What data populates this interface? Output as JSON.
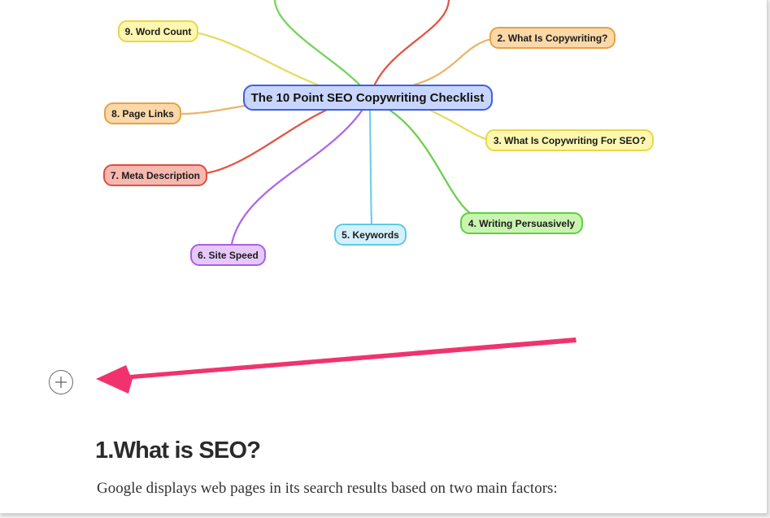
{
  "mindmap": {
    "center": {
      "label": "The 10 Point SEO Copywriting Checklist",
      "fill": "#c8d6ff",
      "border": "#3f5fe0"
    },
    "nodes": [
      {
        "id": "word-count",
        "label": "9. Word Count",
        "fill": "#fdf7b0",
        "border": "#e6d84a",
        "branch_color": "#e6dc5c"
      },
      {
        "id": "what-is-copywriting",
        "label": "2. What Is Copywriting?",
        "fill": "#fbd8a8",
        "border": "#e6a247",
        "branch_color": "#eab56a"
      },
      {
        "id": "page-links",
        "label": "8. Page Links",
        "fill": "#fbd8a8",
        "border": "#e6a247",
        "branch_color": "#eab56a"
      },
      {
        "id": "copywriting-for-seo",
        "label": "3. What Is Copywriting For SEO?",
        "fill": "#fdf7b0",
        "border": "#e6d84a",
        "branch_color": "#e6dc5c"
      },
      {
        "id": "meta-description",
        "label": "7. Meta Description",
        "fill": "#f7b8b0",
        "border": "#df4f3f",
        "branch_color": "#e05545"
      },
      {
        "id": "writing-persuasively",
        "label": "4. Writing Persuasively",
        "fill": "#c9f4b0",
        "border": "#5fcf3f",
        "branch_color": "#6ccf4c"
      },
      {
        "id": "keywords",
        "label": "5. Keywords",
        "fill": "#d4f1fb",
        "border": "#5fc9e6",
        "branch_color": "#6fd0ea"
      },
      {
        "id": "site-speed",
        "label": "6. Site Speed",
        "fill": "#e7c8fb",
        "border": "#a85fe6",
        "branch_color": "#ad68e8"
      }
    ],
    "top_branch_colors": [
      "#74d35a",
      "#e05545"
    ]
  },
  "annotation": {
    "arrow_color": "#f0336e"
  },
  "editor": {
    "add_button_icon": "plus-circle-icon",
    "heading": "1.What is SEO?",
    "paragraph": "Google displays web pages in its search results based on two main factors:"
  }
}
